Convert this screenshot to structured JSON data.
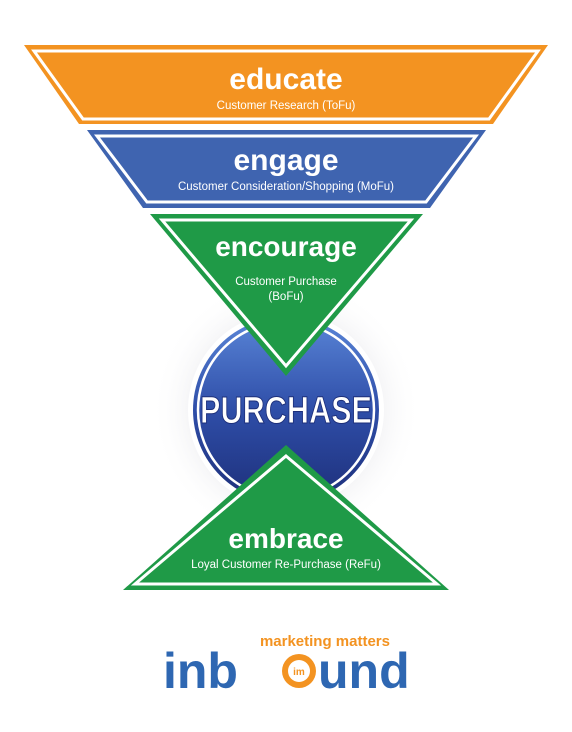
{
  "colors": {
    "educate": "#f39321",
    "engage": "#3f64b0",
    "encourage": "#1f9a47",
    "purchase": "#2f4ea8",
    "embrace": "#1f9a47",
    "logo_blue": "#2e67b2",
    "logo_orange": "#f39321"
  },
  "funnel": {
    "educate": {
      "title": "educate",
      "subtitle": "Customer Research (ToFu)"
    },
    "engage": {
      "title": "engage",
      "subtitle": "Customer Consideration/Shopping (MoFu)"
    },
    "encourage": {
      "title": "encourage",
      "subtitle_line1": "Customer Purchase",
      "subtitle_line2": "(BoFu)"
    },
    "purchase": {
      "title": "PURCHASE"
    },
    "embrace": {
      "title": "embrace",
      "subtitle": "Loyal Customer Re-Purchase (ReFu)"
    }
  },
  "logo": {
    "tagline": "marketing matters",
    "word_start": "inb",
    "word_end": "und",
    "badge": "im"
  }
}
